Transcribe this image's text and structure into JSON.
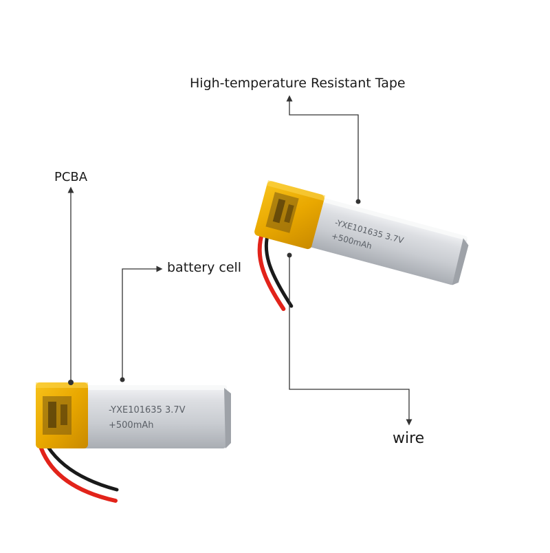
{
  "labels": {
    "tape": "High-temperature Resistant Tape",
    "pcba": "PCBA",
    "battery_cell": "battery cell",
    "wire": "wire"
  },
  "battery": {
    "model": "-YXE101635 3.7V",
    "capacity": "+500mAh"
  },
  "colors": {
    "tape": "#f0b400",
    "tape_dark": "#c98a00",
    "body": "#dfe1e4",
    "wire_red": "#e2231a",
    "wire_black": "#1a1a1a",
    "leader": "#333333"
  }
}
